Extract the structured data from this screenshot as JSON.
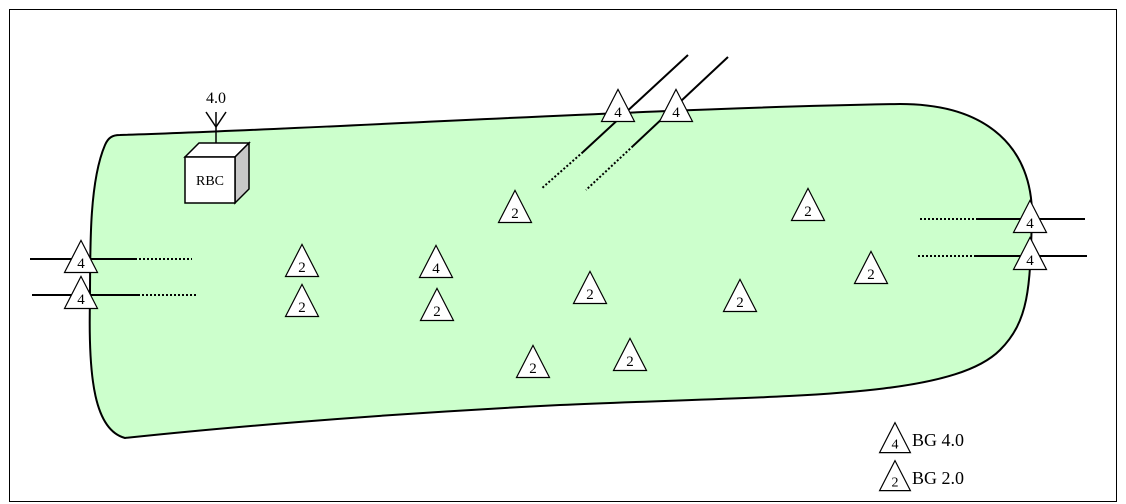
{
  "diagram": {
    "area_color": "#ccffcc",
    "outline_color": "#000000",
    "rbc": {
      "label": "RBC",
      "antenna_label": "4.0"
    },
    "balises": [
      {
        "id": "b1",
        "label": "4",
        "type": "BG 4.0"
      },
      {
        "id": "b2",
        "label": "4",
        "type": "BG 4.0"
      },
      {
        "id": "b3",
        "label": "4",
        "type": "BG 4.0"
      },
      {
        "id": "b4",
        "label": "4",
        "type": "BG 4.0"
      },
      {
        "id": "b5",
        "label": "4",
        "type": "BG 4.0"
      },
      {
        "id": "b6",
        "label": "4",
        "type": "BG 4.0"
      },
      {
        "id": "b7",
        "label": "4",
        "type": "BG 4.0"
      },
      {
        "id": "b8",
        "label": "2",
        "type": "BG 2.0"
      },
      {
        "id": "b9",
        "label": "2",
        "type": "BG 2.0"
      },
      {
        "id": "b10",
        "label": "2",
        "type": "BG 2.0"
      },
      {
        "id": "b11",
        "label": "2",
        "type": "BG 2.0"
      },
      {
        "id": "b12",
        "label": "2",
        "type": "BG 2.0"
      },
      {
        "id": "b13",
        "label": "2",
        "type": "BG 2.0"
      },
      {
        "id": "b14",
        "label": "2",
        "type": "BG 2.0"
      },
      {
        "id": "b15",
        "label": "2",
        "type": "BG 2.0"
      },
      {
        "id": "b16",
        "label": "2",
        "type": "BG 2.0"
      },
      {
        "id": "b17",
        "label": "2",
        "type": "BG 2.0"
      }
    ],
    "legend": [
      {
        "symbol_label": "4",
        "text": "BG 4.0"
      },
      {
        "symbol_label": "2",
        "text": "BG 2.0"
      }
    ]
  }
}
